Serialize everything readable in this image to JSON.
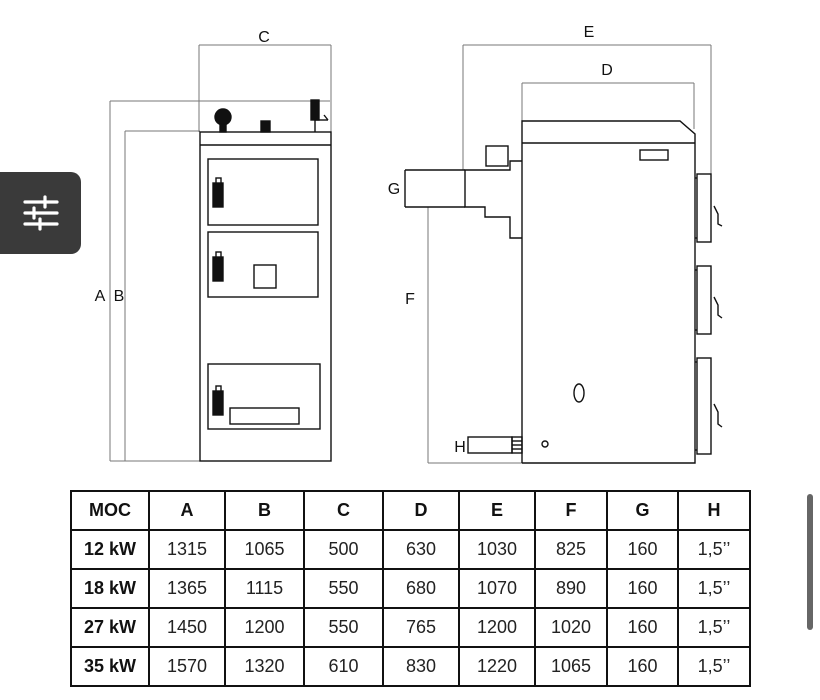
{
  "labels": {
    "c": "C",
    "e": "E",
    "d": "D",
    "g": "G",
    "a": "A",
    "b": "B",
    "f": "F",
    "h": "H"
  },
  "filter_button": {
    "icon": "sliders-icon"
  },
  "table": {
    "headers": [
      "MOC",
      "A",
      "B",
      "C",
      "D",
      "E",
      "F",
      "G",
      "H"
    ],
    "rows": [
      [
        "12 kW",
        "1315",
        "1065",
        "500",
        "630",
        "1030",
        "825",
        "160",
        "1,5’’"
      ],
      [
        "18 kW",
        "1365",
        "1115",
        "550",
        "680",
        "1070",
        "890",
        "160",
        "1,5’’"
      ],
      [
        "27 kW",
        "1450",
        "1200",
        "550",
        "765",
        "1200",
        "1020",
        "160",
        "1,5’’"
      ],
      [
        "35 kW",
        "1570",
        "1320",
        "610",
        "830",
        "1220",
        "1065",
        "160",
        "1,5’’"
      ]
    ]
  }
}
